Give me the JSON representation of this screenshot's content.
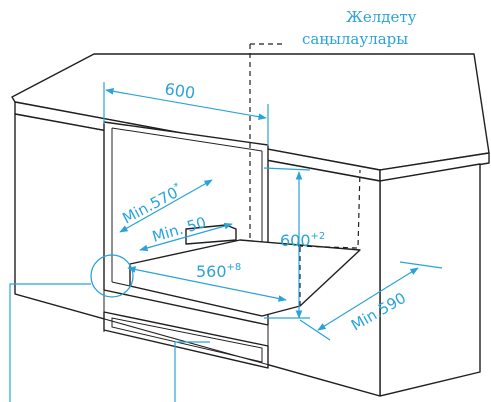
{
  "vent_label": {
    "line1": "Желдету",
    "line2": "саңылаулары"
  },
  "dimensions": {
    "width": "600",
    "min_depth": "Min.570",
    "min_depth_star": "*",
    "min_gap": "Min. 50",
    "height": "600",
    "height_tol": "+2",
    "floor_width": "560",
    "floor_tol": "+8",
    "min_cabinet_depth": "Min.590"
  },
  "colors": {
    "dimension": "#2aa3d8",
    "outline": "#231f20"
  }
}
